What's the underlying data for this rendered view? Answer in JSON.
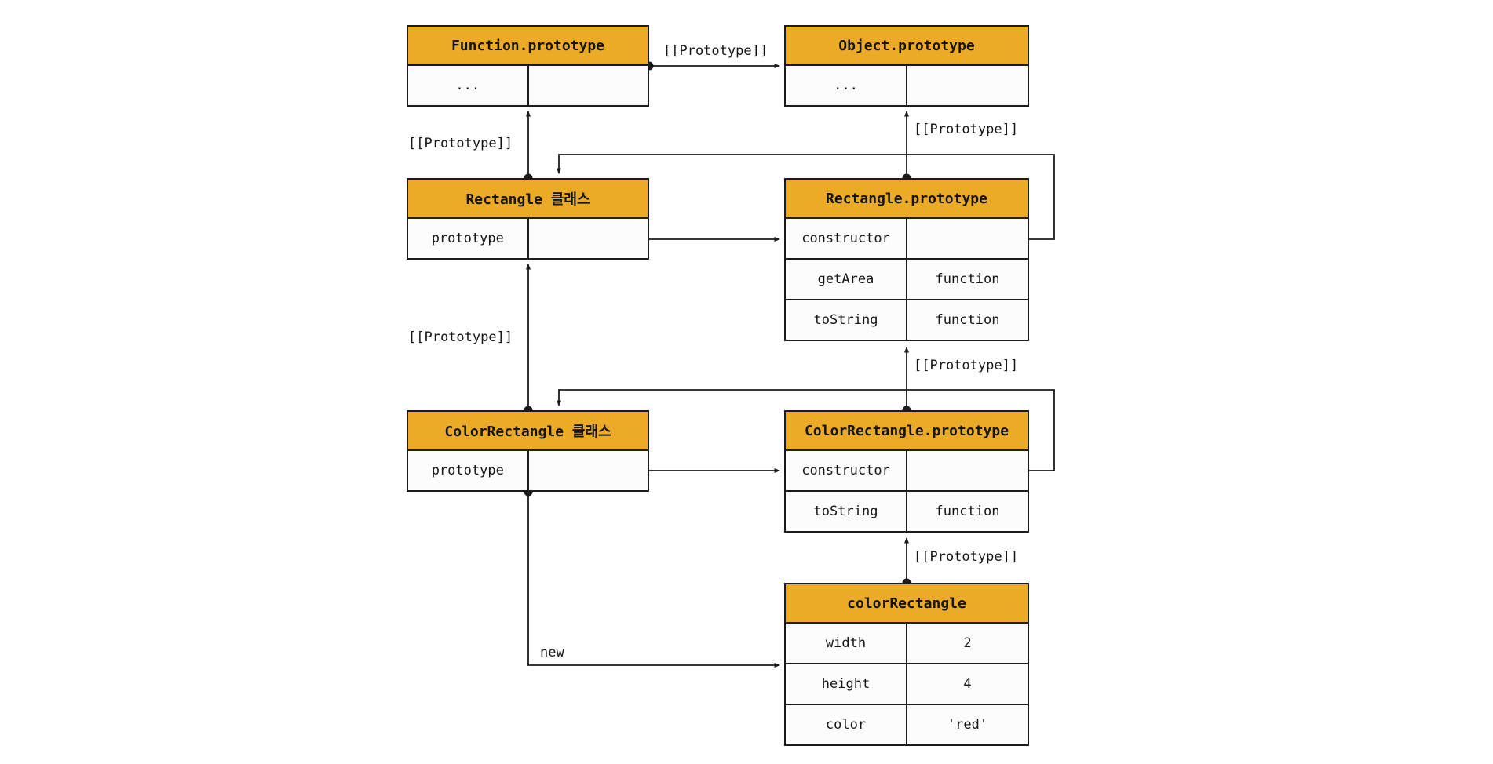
{
  "diagram_title": "JavaScript prototype chain diagram",
  "colors": {
    "header_fill": "#EBAB27",
    "border": "#1b1b1b",
    "cell_fill": "#fcfcfc",
    "background": "#ffffff"
  },
  "boxes": {
    "function_prototype": {
      "title": "Function.prototype",
      "rows": [
        {
          "key": "...",
          "value": ""
        }
      ]
    },
    "object_prototype": {
      "title": "Object.prototype",
      "rows": [
        {
          "key": "...",
          "value": ""
        }
      ]
    },
    "rectangle_class": {
      "title": "Rectangle 클래스",
      "rows": [
        {
          "key": "prototype",
          "value": ""
        }
      ]
    },
    "rectangle_prototype": {
      "title": "Rectangle.prototype",
      "rows": [
        {
          "key": "constructor",
          "value": ""
        },
        {
          "key": "getArea",
          "value": "function"
        },
        {
          "key": "toString",
          "value": "function"
        }
      ]
    },
    "colorrectangle_class": {
      "title": "ColorRectangle 클래스",
      "rows": [
        {
          "key": "prototype",
          "value": ""
        }
      ]
    },
    "colorrectangle_prototype": {
      "title": "ColorRectangle.prototype",
      "rows": [
        {
          "key": "constructor",
          "value": ""
        },
        {
          "key": "toString",
          "value": "function"
        }
      ]
    },
    "colorrectangle_instance": {
      "title": "colorRectangle",
      "rows": [
        {
          "key": "width",
          "value": "2"
        },
        {
          "key": "height",
          "value": "4"
        },
        {
          "key": "color",
          "value": "'red'"
        }
      ]
    }
  },
  "edges": [
    {
      "from": "Function.prototype",
      "to": "Object.prototype",
      "label": "[[Prototype]]"
    },
    {
      "from": "Rectangle 클래스",
      "to": "Function.prototype",
      "label": "[[Prototype]]"
    },
    {
      "from": "Rectangle 클래스.prototype",
      "to": "Rectangle.prototype",
      "label": ""
    },
    {
      "from": "Rectangle.prototype",
      "to": "Object.prototype",
      "label": "[[Prototype]]"
    },
    {
      "from": "Rectangle.prototype.constructor",
      "to": "Rectangle 클래스",
      "label": ""
    },
    {
      "from": "ColorRectangle 클래스",
      "to": "Rectangle 클래스",
      "label": "[[Prototype]]"
    },
    {
      "from": "ColorRectangle 클래스.prototype",
      "to": "ColorRectangle.prototype",
      "label": ""
    },
    {
      "from": "ColorRectangle.prototype",
      "to": "Rectangle.prototype",
      "label": "[[Prototype]]"
    },
    {
      "from": "ColorRectangle.prototype.constructor",
      "to": "ColorRectangle 클래스",
      "label": ""
    },
    {
      "from": "colorRectangle",
      "to": "ColorRectangle.prototype",
      "label": "[[Prototype]]"
    },
    {
      "from": "ColorRectangle 클래스",
      "to": "colorRectangle",
      "label": "new"
    }
  ]
}
